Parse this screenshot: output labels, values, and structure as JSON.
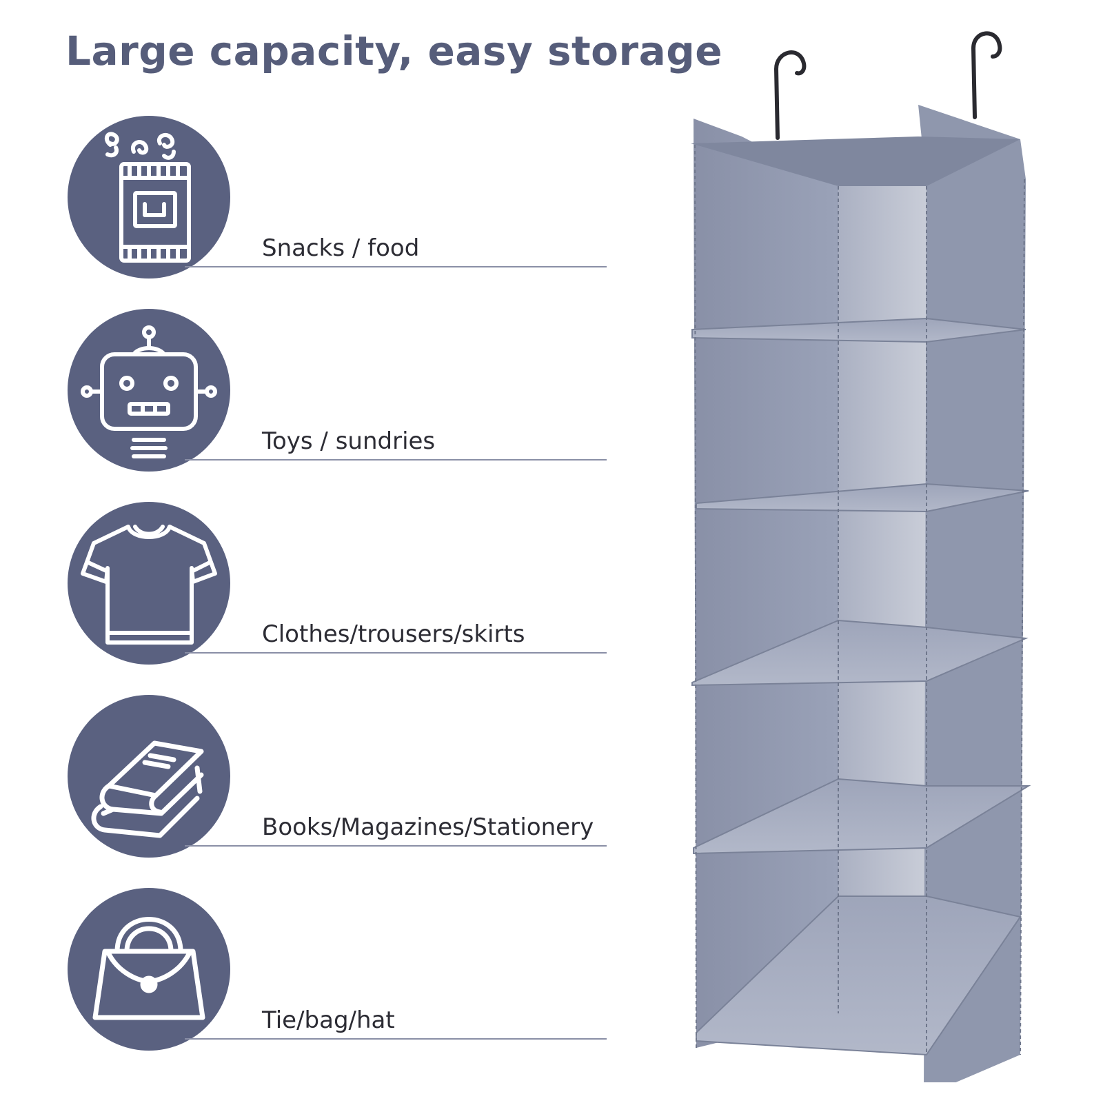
{
  "headline": "Large capacity, easy storage",
  "features": [
    {
      "label": "Snacks / food",
      "icon": "snack-bag-icon"
    },
    {
      "label": "Toys / sundries",
      "icon": "robot-toy-icon"
    },
    {
      "label": "Clothes/trousers/skirts",
      "icon": "tshirt-icon"
    },
    {
      "label": "Books/Magazines/Stationery",
      "icon": "books-icon"
    },
    {
      "label": "Tie/bag/hat",
      "icon": "handbag-icon"
    }
  ],
  "colors": {
    "accent": "#5a6180",
    "headline": "#565d7a",
    "fabric": "#8e97ad"
  }
}
